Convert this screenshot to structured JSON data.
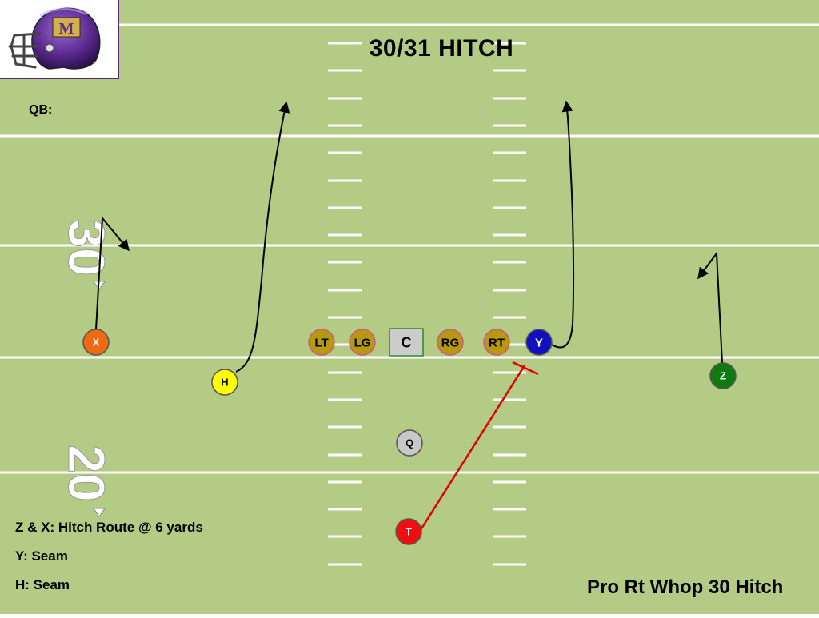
{
  "title": "30/31 HITCH",
  "qb_label": "QB:",
  "notes": [
    "Z & X:  Hitch Route @ 6 yards",
    "Y: Seam",
    "H: Seam"
  ],
  "play_name": "Pro Rt Whop 30 Hitch",
  "field_numbers": {
    "upper": "30",
    "lower": "20"
  },
  "logo_text": "M",
  "colors": {
    "field": "#b3cb85",
    "line": "#ffffff",
    "route": "#000000",
    "block": "#e00000",
    "lineman": "#b8980e",
    "center": "#b8980e",
    "x": "#ee6a10",
    "h": "#ffff00",
    "y": "#1010c0",
    "z": "#0f7a0f",
    "q": "#c8c8c8",
    "t": "#ee1010",
    "helmet": "#5a2a8e"
  },
  "players": [
    {
      "id": "lt",
      "label": "LT"
    },
    {
      "id": "lg",
      "label": "LG"
    },
    {
      "id": "c",
      "label": "C"
    },
    {
      "id": "rg",
      "label": "RG"
    },
    {
      "id": "rt",
      "label": "RT"
    },
    {
      "id": "y",
      "label": "Y"
    },
    {
      "id": "x",
      "label": "X"
    },
    {
      "id": "h",
      "label": "H"
    },
    {
      "id": "z",
      "label": "Z"
    },
    {
      "id": "q",
      "label": "Q"
    },
    {
      "id": "t",
      "label": "T"
    }
  ]
}
